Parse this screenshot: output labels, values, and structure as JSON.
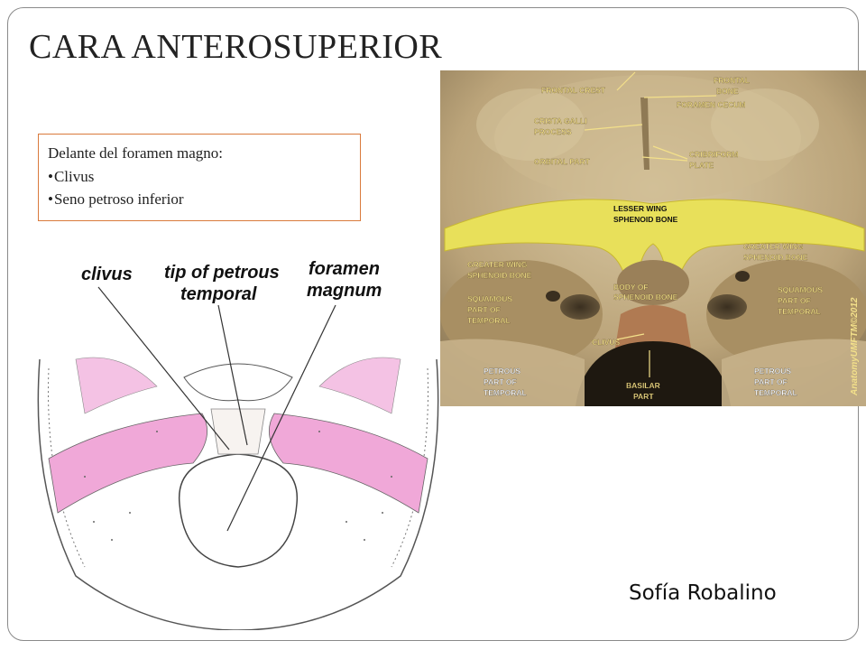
{
  "slide": {
    "title": "CARA ANTEROSUPERIOR",
    "textbox": {
      "heading": "Delante del foramen magno:",
      "items": [
        "Clivus",
        "Seno petroso inferior"
      ]
    },
    "author": "Sofía Robalino"
  },
  "photo": {
    "labels": {
      "frontal_crest": "FRONTAL CREST",
      "frontal_bone_1": "FRONTAL",
      "frontal_bone_2": "BONE",
      "foramen_cecum": "FORAMEN CECUM",
      "crista_galli_1": "CRISTA GALLI",
      "crista_galli_2": "PROCESS",
      "cribriform_1": "CRIBRIFORM",
      "cribriform_2": "PLATE",
      "orbital_part": "ORBITAL PART",
      "lesser_wing_1": "LESSER WING",
      "lesser_wing_2": "SPHENOID BONE",
      "greater_wing_left_1": "GREATER WING",
      "greater_wing_left_2": "SPHENOID BONE",
      "greater_wing_right_1": "GREATER WING",
      "greater_wing_right_2": "SPHENOID BONE",
      "squamous_left_1": "SQUAMOUS",
      "squamous_left_2": "PART OF",
      "squamous_left_3": "TEMPORAL",
      "squamous_right_1": "SQUAMOUS",
      "squamous_right_2": "PART OF",
      "squamous_right_3": "TEMPORAL",
      "body_sphenoid_1": "BODY OF",
      "body_sphenoid_2": "SPHENOID BONE",
      "clivus": "CLIVUS",
      "petrous_left_1": "PETROUS",
      "petrous_left_2": "PART OF",
      "petrous_left_3": "TEMPORAL",
      "basilar_1": "BASILAR",
      "basilar_2": "PART",
      "petrous_right_1": "PETROUS",
      "petrous_right_2": "PART OF",
      "petrous_right_3": "TEMPORAL"
    },
    "watermark": "AnatomyUMFTM©2012"
  },
  "sketch": {
    "labels": {
      "clivus": "clivus",
      "tip_petrous_1": "tip of petrous",
      "tip_petrous_2": "temporal",
      "foramen_magnum_1": "foramen",
      "foramen_magnum_2": "magnum"
    }
  },
  "colors": {
    "frame": "#8a8a8a",
    "textbox_border": "#d97a3c",
    "photo_label": "#f3e08a",
    "lesser_wing_highlight": "#e8e05a",
    "sketch_pink": "#f0a8d8"
  }
}
